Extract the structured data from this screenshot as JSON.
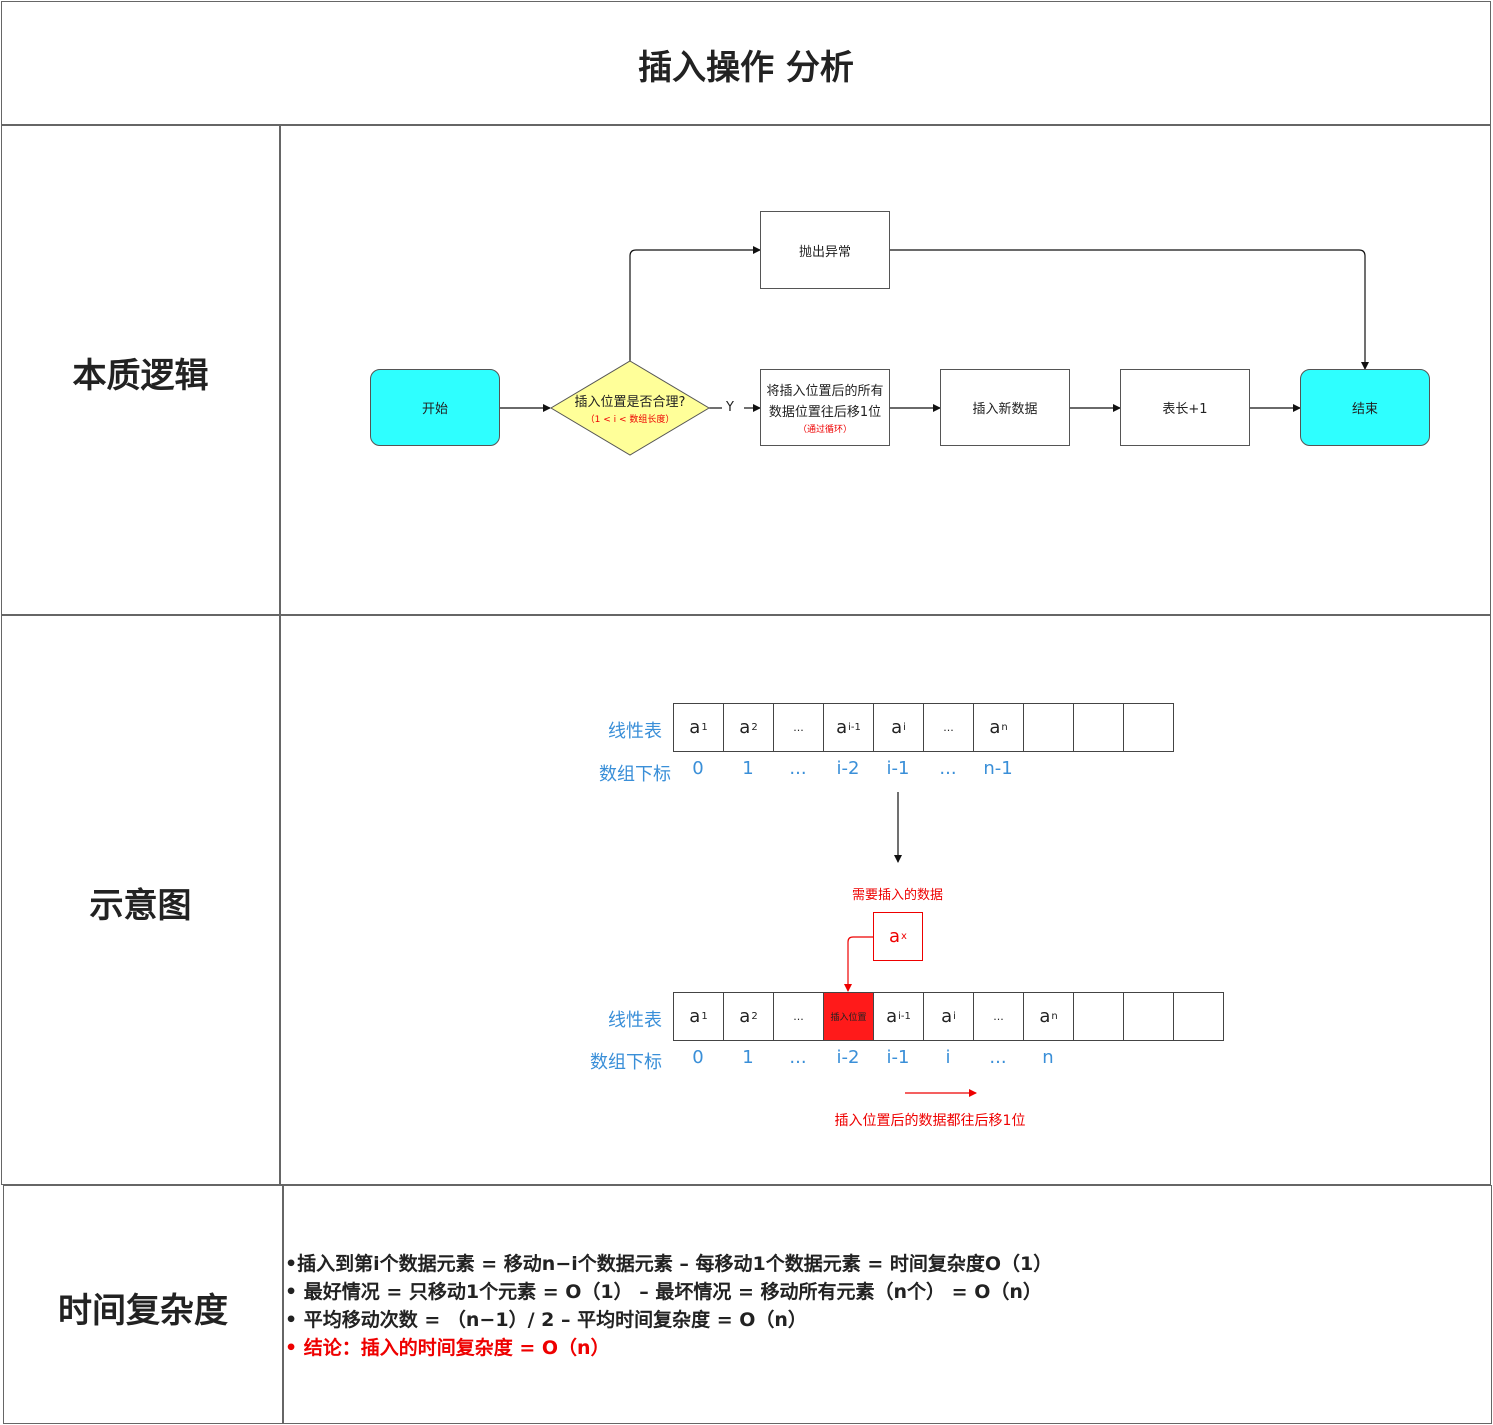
{
  "title": "插入操作 分析",
  "rows": {
    "logic": "本质逻辑",
    "diagram": "示意图",
    "complexity": "时间复杂度"
  },
  "flow": {
    "start": "开始",
    "decision": "插入位置是否合理?",
    "decision_note": "（1 < i < 数组长度）",
    "yes": "Y",
    "throw": "抛出异常",
    "move_line1": "将插入位置后的所有",
    "move_line2": "数据位置往后移1位",
    "move_note": "（通过循环）",
    "insert": "插入新数据",
    "length": "表长+1",
    "end": "结束"
  },
  "array1": {
    "label": "线性表",
    "index_label": "数组下标",
    "cells": [
      {
        "base": "a",
        "sub": "1"
      },
      {
        "base": "a",
        "sub": "2"
      },
      {
        "base": "...",
        "sub": ""
      },
      {
        "base": "a",
        "sub": "i-1"
      },
      {
        "base": "a",
        "sub": "i"
      },
      {
        "base": "...",
        "sub": ""
      },
      {
        "base": "a",
        "sub": "n"
      },
      {
        "base": "",
        "sub": ""
      },
      {
        "base": "",
        "sub": ""
      },
      {
        "base": "",
        "sub": ""
      }
    ],
    "indices": [
      "0",
      "1",
      "...",
      "i-2",
      "i-1",
      "...",
      "n-1"
    ]
  },
  "new_data": {
    "label": "需要插入的数据",
    "base": "a",
    "sub": "x"
  },
  "array2": {
    "label": "线性表",
    "index_label": "数组下标",
    "cells": [
      {
        "base": "a",
        "sub": "1"
      },
      {
        "base": "a",
        "sub": "2"
      },
      {
        "base": "...",
        "sub": ""
      },
      {
        "base": "插入位置",
        "sub": ""
      },
      {
        "base": "a",
        "sub": "i-1"
      },
      {
        "base": "a",
        "sub": "i"
      },
      {
        "base": "...",
        "sub": ""
      },
      {
        "base": "a",
        "sub": "n"
      },
      {
        "base": "",
        "sub": ""
      },
      {
        "base": "",
        "sub": ""
      },
      {
        "base": "",
        "sub": ""
      }
    ],
    "indices": [
      "0",
      "1",
      "...",
      "i-2",
      "i-1",
      "i",
      "...",
      "n"
    ],
    "shift_note": "插入位置后的数据都往后移1位",
    "highlight_color": "#ff1a1a"
  },
  "complexity": {
    "lines": [
      "•插入到第i个数据元素 = 移动n−i个数据元素  – 每移动1个数据元素 = 时间复杂度O（1）",
      "• 最好情况 = 只移动1个元素 = O（1）  – 最坏情况 = 移动所有元素（n个） = O（n）",
      "• 平均移动次数 = （n−1）/ 2   – 平均时间复杂度 = O（n）"
    ],
    "conclusion": "• 结论：插入的时间复杂度 =  O（n）"
  },
  "colors": {
    "terminal": "#2effff",
    "decision": "#ffff99",
    "label_blue": "#3a8fd8",
    "accent_red": "#e00000"
  }
}
